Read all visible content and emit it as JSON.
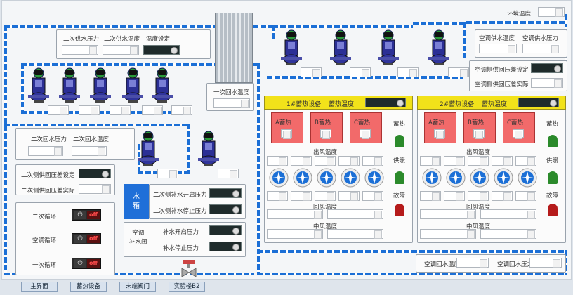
{
  "env": {
    "label": "环境温度"
  },
  "secondary_top": {
    "supply_pressure": "二次供水压力",
    "supply_temp": "二次供水温度",
    "temp_setting": "温度设定"
  },
  "ac_top": {
    "supply_temp": "空调供水温度",
    "supply_pressure": "空调供水压力",
    "diff_setting": "空调侧供回压差设定",
    "diff_actual": "空调侧供回压差实际"
  },
  "primary_return": {
    "label": "一次回水温度"
  },
  "secondary_return": {
    "return_pressure": "二次回水压力",
    "return_temp": "二次回水温度"
  },
  "secondary_diff": {
    "setting": "二次侧供回压差设定",
    "actual": "二次侧供回压差实际"
  },
  "circulation": {
    "items": [
      {
        "label": "二次循环",
        "state": "off"
      },
      {
        "label": "空调循环",
        "state": "off"
      },
      {
        "label": "一次循环",
        "state": "off"
      }
    ]
  },
  "tank": {
    "line1": "水",
    "line2": "箱",
    "start": "二次侧补水开启压力",
    "stop": "二次侧补水停止压力"
  },
  "ac_valve": {
    "line1": "空调",
    "line2": "补水阀",
    "start": "补水开启压力",
    "stop": "补水停止压力"
  },
  "storage": [
    {
      "equip": "1#蓄热设备",
      "temp": "蓄热温度",
      "units": [
        "A蓄热",
        "B蓄热",
        "C蓄热"
      ],
      "out_temp": "出风温度",
      "return_temp": "回风温度",
      "mid_temp": "中风温度",
      "status": [
        "蓄热",
        "供暖",
        "故障"
      ]
    },
    {
      "equip": "2#蓄热设备",
      "temp": "蓄热温度",
      "units": [
        "A蓄热",
        "B蓄热",
        "C蓄热"
      ],
      "out_temp": "出风温度",
      "return_temp": "回风温度",
      "mid_temp": "中风温度",
      "status": [
        "蓄热",
        "供暖",
        "故障"
      ]
    }
  ],
  "ac_return": {
    "temp": "空调回水温度",
    "pressure": "空调回水压力"
  },
  "nav": [
    "主界面",
    "蓄热设备",
    "末端阀门",
    "实验楼B2"
  ],
  "colors": {
    "pipe": "#1b6fd6",
    "header": "#f2e21a",
    "heater": "#f26a6a",
    "off": "#ff4a4a"
  }
}
